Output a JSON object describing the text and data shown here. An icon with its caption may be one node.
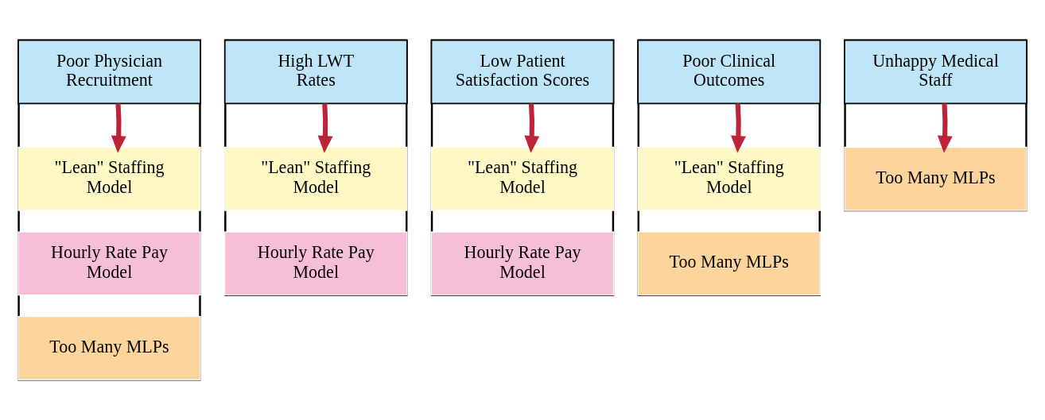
{
  "diagram": {
    "nodes": [
      {
        "text": [],
        "shape": "box"
      },
      {
        "text": [
          "Poor Physician Recruitment"
        ],
        "in": 0
      },
      {
        "text": [
          "\"Lean\" Staffing Model"
        ],
        "in": 0
      },
      {
        "text": [
          "Hourly Rate Pay Model"
        ],
        "in": 0
      },
      {
        "text": [
          "Too Many MLPs"
        ],
        "in": 0
      },
      {
        "text": [],
        "shape": "box"
      },
      {
        "text": [
          "High LWT Rates"
        ],
        "in": 5
      },
      {
        "text": [
          "\"Lean\" Staffing Model"
        ],
        "in": 5
      },
      {
        "text": [
          "Hourly Rate Pay Model"
        ],
        "in": 5
      },
      {
        "text": [],
        "shape": "box"
      },
      {
        "text": [
          "Low Patient Satisfaction Scores"
        ],
        "in": 9
      },
      {
        "text": [
          "\"Lean\" Staffing Model"
        ],
        "in": 9
      },
      {
        "text": [
          "Hourly Rate Pay Model"
        ],
        "in": 9
      },
      {
        "text": [],
        "shape": "box"
      },
      {
        "text": [
          "Poor Clinical Outcomes"
        ],
        "in": 13
      },
      {
        "text": [
          "\"Lean\" Staffing Model"
        ],
        "in": 13
      },
      {
        "text": [
          "Too Many MLPs"
        ],
        "in": 13
      },
      {
        "text": [],
        "shape": "box"
      },
      {
        "text": [
          "Unhappy Medical Staff"
        ],
        "in": 17
      },
      {
        "text": [
          "Too Many MLPs"
        ],
        "in": 17
      }
    ],
    "edges": [
      {
        "from": 1,
        "to": 2,
        "arrow": "to"
      },
      {
        "from": 6,
        "to": 7,
        "arrow": "to"
      },
      {
        "from": 10,
        "to": 11,
        "arrow": "to"
      },
      {
        "from": 14,
        "to": 15,
        "arrow": "to"
      },
      {
        "from": 18,
        "to": 19,
        "arrow": "to"
      }
    ]
  }
}
